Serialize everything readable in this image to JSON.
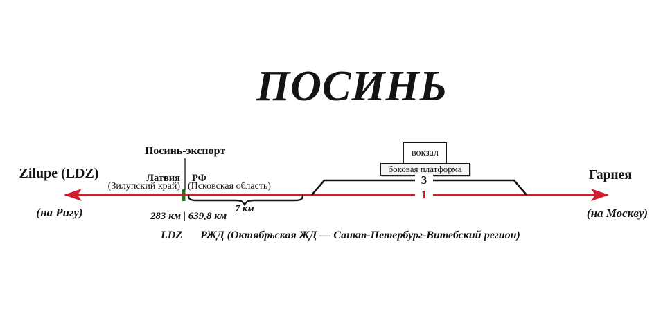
{
  "title": "ПОСИНЬ",
  "colors": {
    "main_track_red": "#d01e2e",
    "secondary_track_black": "#141414",
    "border_post_green": "#217a21"
  },
  "left_end": {
    "station": "Zilupe (LDZ)",
    "direction": "(на Ригу)"
  },
  "right_end": {
    "station": "Гарнея",
    "direction": "(на Москву)"
  },
  "border": {
    "halt_label": "Посинь-экспорт",
    "country_left": "Латвия",
    "region_left": "(Зилупский край)",
    "country_right": "РФ",
    "region_right": "(Псковская область)",
    "km_post": "283 км | 639,8 км",
    "brace_distance": "7 км"
  },
  "station_area": {
    "building": "вокзал",
    "platform": "боковая платформа",
    "siding_track_number": "3",
    "main_track_number": "1"
  },
  "footer": {
    "operator_left": "LDZ",
    "operator_right": "РЖД (Октябрьская ЖД — Санкт-Петербург-Витебский регион)"
  }
}
